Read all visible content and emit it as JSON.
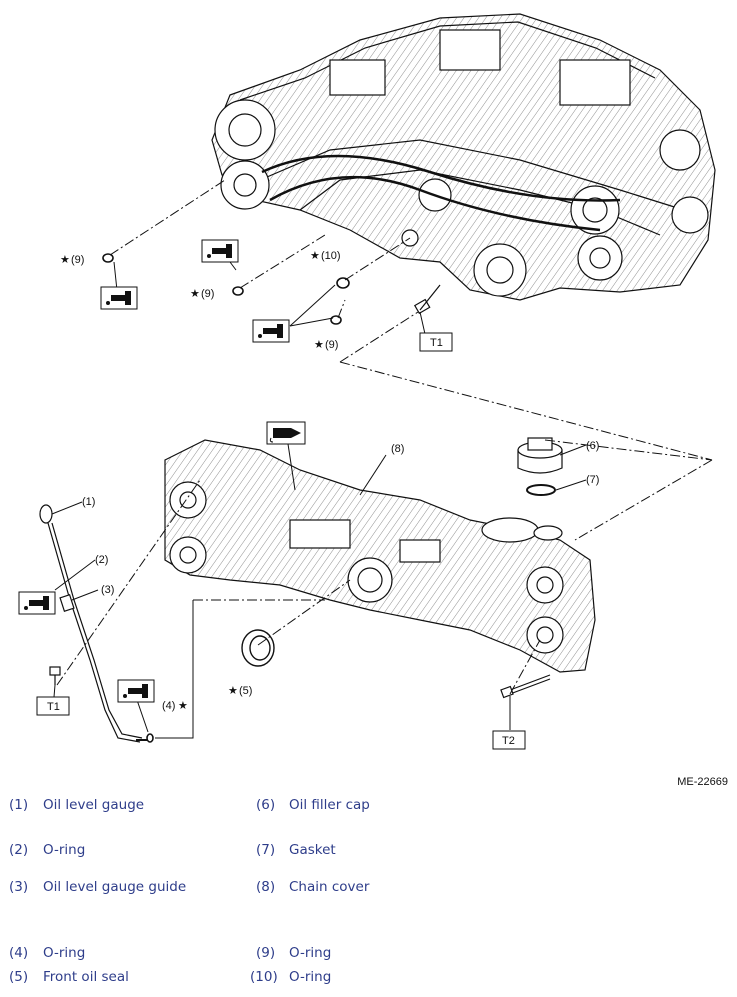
{
  "figure_code": "ME-22669",
  "callouts": {
    "c1": "(1)",
    "c2": "(2)",
    "c3": "(3)",
    "c4": "(4)",
    "c5": "(5)",
    "c6": "(6)",
    "c7": "(7)",
    "c8": "(8)",
    "c9a": "(9)",
    "c9b": "(9)",
    "c9c": "(9)",
    "c10": "(10)"
  },
  "star": "★",
  "torque_labels": {
    "t1_top": "T1",
    "t1_bottom": "T1",
    "t2": "T2"
  },
  "legend": [
    {
      "num": "(1)",
      "name": "Oil level gauge"
    },
    {
      "num": "(6)",
      "name": "Oil filler cap"
    },
    {
      "num": "(2)",
      "name": "O-ring"
    },
    {
      "num": "(7)",
      "name": "Gasket"
    },
    {
      "num": "(3)",
      "name": "Oil level gauge guide"
    },
    {
      "num": "(8)",
      "name": "Chain cover"
    },
    {
      "num": "(4)",
      "name": "O-ring"
    },
    {
      "num": "(9)",
      "name": "O-ring"
    },
    {
      "num": "(5)",
      "name": "Front oil seal"
    },
    {
      "num": "(10)",
      "name": "O-ring"
    }
  ]
}
